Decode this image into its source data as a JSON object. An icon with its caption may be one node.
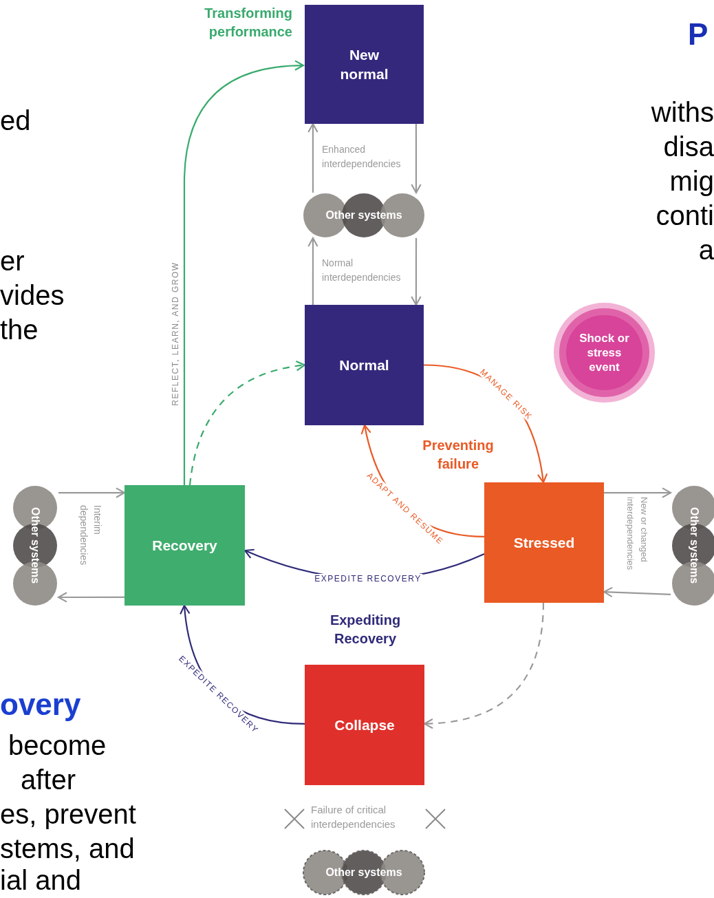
{
  "diagram": {
    "nodes": [
      {
        "text": [
          "New normal"
        ]
      },
      {
        "text": [
          "Other systems"
        ]
      },
      {
        "text": [
          "Normal"
        ]
      },
      {
        "text": [
          "Shock or stress event"
        ]
      },
      {
        "text": [
          "Stressed"
        ]
      },
      {
        "text": [
          "Recovery"
        ]
      },
      {
        "text": [
          "Collapse"
        ]
      },
      {
        "text": [
          "Other systems"
        ]
      },
      {
        "text": [
          "Other systems"
        ]
      },
      {
        "text": [
          "Other systems"
        ]
      }
    ],
    "edges": [
      {
        "from": 5,
        "to": 0,
        "arrow": "to",
        "label": "REFLECT, LEARN, AND GROW",
        "color": "#3aaa6e"
      },
      {
        "from": 5,
        "to": 2,
        "arrow": "to",
        "style": "dashed",
        "color": "#3aaa6e"
      },
      {
        "from": 2,
        "to": 4,
        "arrow": "to",
        "label": "MANAGE RISK",
        "color": "#e95a25"
      },
      {
        "from": 4,
        "to": 2,
        "arrow": "to",
        "label": "ADAPT AND RESUME",
        "color": "#e95a25"
      },
      {
        "from": 4,
        "to": 5,
        "arrow": "to",
        "label": "EXPEDITE RECOVERY",
        "color": "#2f2a78"
      },
      {
        "from": 6,
        "to": 5,
        "arrow": "to",
        "label": "EXPEDITE RECOVERY",
        "color": "#2f2a78"
      },
      {
        "from": 4,
        "to": 6,
        "arrow": "to",
        "style": "dashed"
      },
      {
        "from": 1,
        "to": 0,
        "arrow": "to"
      },
      {
        "from": 0,
        "to": 1,
        "arrow": "to"
      },
      {
        "from": 2,
        "to": 1,
        "arrow": "to"
      },
      {
        "from": 1,
        "to": 2,
        "arrow": "to"
      },
      {
        "from": 8,
        "to": 5,
        "arrow": "to"
      },
      {
        "from": 5,
        "to": 8,
        "arrow": "to"
      },
      {
        "from": 4,
        "to": 9,
        "arrow": "to"
      },
      {
        "from": 9,
        "to": 4,
        "arrow": "to"
      }
    ],
    "labels": [
      "Transforming performance",
      "P",
      "ed",
      "withs",
      "disa",
      "Enhanced interdependencies",
      "mig",
      "conti",
      "Normal interdependencies",
      "a",
      "er",
      "vides",
      "the",
      "Preventing failure",
      "Interim dependencies",
      "New or changed interdependencies",
      "Expediting Recovery",
      "overy",
      "become",
      "after",
      "Failure of critical interdependencies",
      "es, prevent",
      "stems, and",
      "ial and"
    ]
  }
}
